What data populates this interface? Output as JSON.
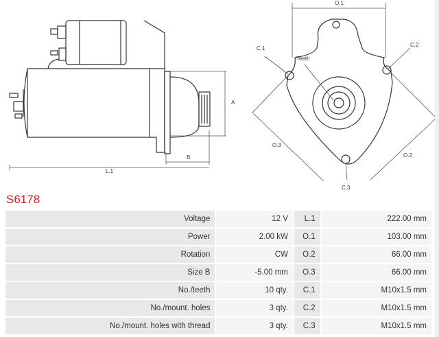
{
  "product": {
    "code": "S6178"
  },
  "diagram": {
    "labels": {
      "a": "A",
      "b": "B",
      "l1": "L.1",
      "o1": "O.1",
      "o2": "O.2",
      "o3": "O.3",
      "c1": "C.1",
      "c2": "C.2",
      "c3": "C.3",
      "teeth": "Teeth"
    }
  },
  "specs": [
    {
      "label": "Voltage",
      "value": "12 V",
      "code": "L.1",
      "dim": "222.00 mm"
    },
    {
      "label": "Power",
      "value": "2.00 kW",
      "code": "O.1",
      "dim": "103.00 mm"
    },
    {
      "label": "Rotation",
      "value": "CW",
      "code": "O.2",
      "dim": "66.00 mm"
    },
    {
      "label": "Size B",
      "value": "-5.00 mm",
      "code": "O.3",
      "dim": "66.00 mm"
    },
    {
      "label": "No./teeth",
      "value": "10 qty.",
      "code": "C.1",
      "dim": "M10x1.5 mm"
    },
    {
      "label": "No./mount. holes",
      "value": "3 qty.",
      "code": "C.2",
      "dim": "M10x1.5 mm"
    },
    {
      "label": "No./mount. holes with thread",
      "value": "3 qty.",
      "code": "C.3",
      "dim": "M10x1.5 mm"
    }
  ]
}
